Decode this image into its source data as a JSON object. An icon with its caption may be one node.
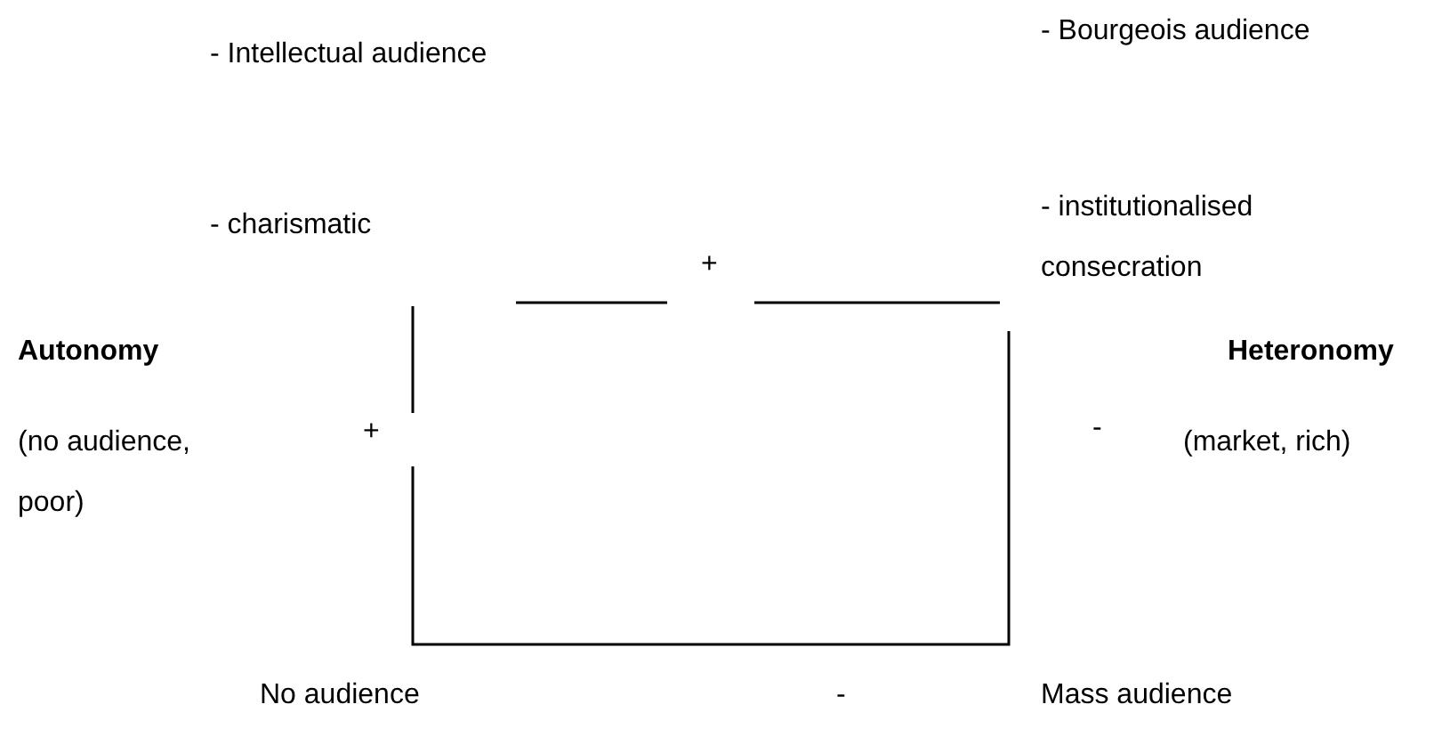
{
  "diagram": {
    "labels": [
      "- Intellectual audience",
      "- Bourgeois audience",
      "- charismatic",
      "- institutionalised consecration",
      "+",
      "Autonomy",
      "Heteronomy",
      "+",
      "(no audience, poor)",
      "-",
      "(market, rich)",
      "No audience",
      "-",
      "Mass audience"
    ]
  }
}
